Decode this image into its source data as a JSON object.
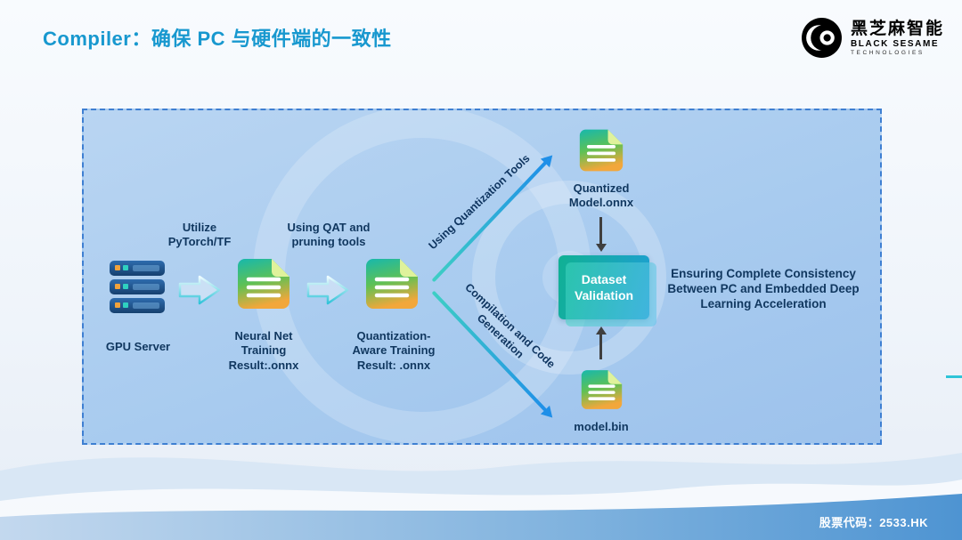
{
  "header": {
    "title": "Compiler：确保 PC 与硬件端的一致性",
    "logo": {
      "name_cn": "黑芝麻智能",
      "name_en": "BLACK SESAME",
      "name_sub": "TECHNOLOGIES"
    }
  },
  "diagram": {
    "gpu_server_label": "GPU Server",
    "utilize_label": "Utilize\nPyTorch/TF",
    "neural_net_label": "Neural Net\nTraining\nResult:.onnx",
    "qat_label": "Using QAT and\npruning tools",
    "quantization_label": "Quantization-\nAware Training\nResult: .onnx",
    "branch_up_label": "Using Quantization Tools",
    "branch_down_label": "Compilation and Code\nGeneration",
    "quantized_model_label": "Quantized\nModel.onnx",
    "dataset_validation_label": "Dataset\nValidation",
    "model_bin_label": "model.bin",
    "consistency_text": "Ensuring Complete Consistency\nBetween PC and Embedded Deep\nLearning Acceleration"
  },
  "footer": {
    "stock_code": "股票代码：2533.HK"
  },
  "icons": {
    "logo_icon": "black-sesame-logo",
    "gpu_server_icon": "server-stack",
    "document_icon": "document-file",
    "hollow_arrow_icon": "right-arrow-outline",
    "branch_arrow_icon": "gradient-arrow",
    "dark_arrow_icon": "solid-arrow"
  },
  "colors": {
    "title": "#1898cf",
    "dashed_border": "#3e7fd2",
    "panel_gradient_start": "#b9d5f2",
    "panel_gradient_end": "#9dc2ec",
    "dark_text": "#10375f",
    "doc_gradient": [
      "#17b8ad",
      "#5ec155",
      "#f2a73b"
    ],
    "dataset_gradient": [
      "#10b193",
      "#1f9ed6"
    ],
    "branch_arrow_gradient": [
      "#3ecfc4",
      "#1f8fe8"
    ],
    "dark_arrow": "#3f3f3f",
    "stock_text": "#ffffff"
  }
}
